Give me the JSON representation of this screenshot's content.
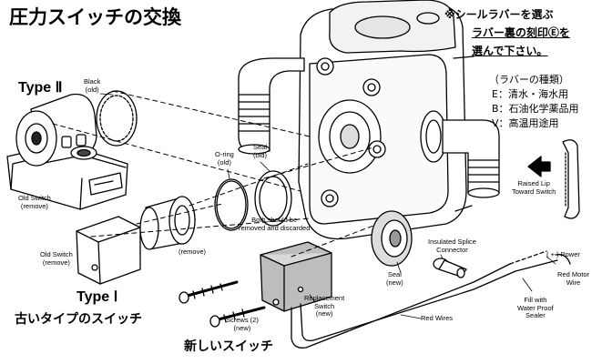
{
  "title": "圧力スイッチの交換",
  "notes": {
    "line1": "※シールラバーを選ぶ",
    "line2": "ラバー裏の刻印Ⓔを",
    "line3": "選んで下さい。"
  },
  "rubber_types": {
    "heading": "（ラバーの種類）",
    "items": [
      "E：清水・海水用",
      "B：石油化学薬品用",
      "V：高温用途用"
    ]
  },
  "type_labels": {
    "type2": "Type Ⅱ",
    "type1": "Type Ⅰ",
    "old_jp": "古いタイプのスイッチ",
    "new_jp": "新しいスイッチ"
  },
  "callouts": {
    "black_old": [
      "Black",
      "(old)"
    ],
    "oring_old": [
      "O-ring",
      "(old)"
    ],
    "seal_old": [
      "Seal",
      "(old)"
    ],
    "old_switch_remove_a": [
      "Old Switch",
      "(remove)"
    ],
    "old_switch_remove_b": [
      "Old Switch",
      "(remove)"
    ],
    "remove": [
      "(remove)"
    ],
    "both_discard": [
      "Both should be",
      "removed and discarded"
    ],
    "raised_lip": [
      "Raised Lip",
      "Toward Switch"
    ],
    "seal_new": [
      "Seal",
      "(new)"
    ],
    "insulated_splice": [
      "Insulated Splice",
      "Connector"
    ],
    "power": [
      "( + ) Power"
    ],
    "red_motor_wire": [
      "Red Motor",
      "Wire"
    ],
    "fill_sealer": [
      "Fill with",
      "Water Proof",
      "Sealer"
    ],
    "red_wires": [
      "Red Wires"
    ],
    "replacement_switch": [
      "Replacement",
      "Switch",
      "(new)"
    ],
    "screws": [
      "Screws (2)",
      "(new)"
    ]
  }
}
